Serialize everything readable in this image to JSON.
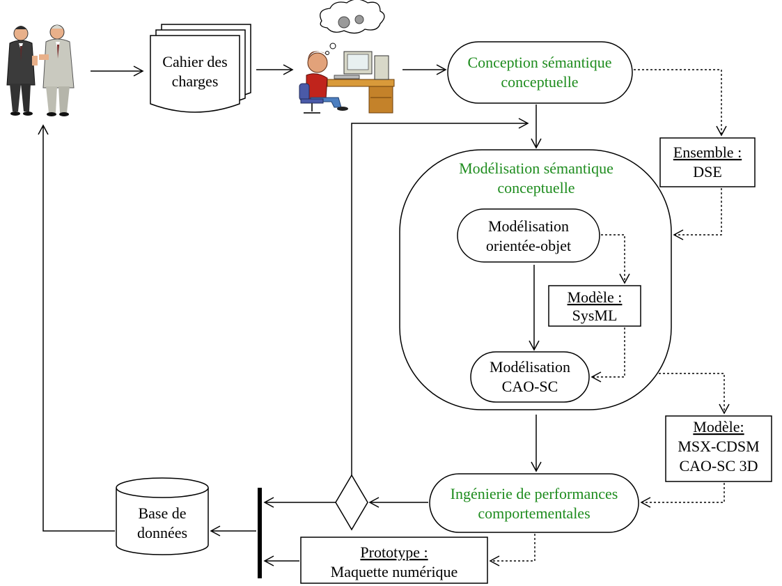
{
  "nodes": {
    "cahier_line1": "Cahier des",
    "cahier_line2": "charges",
    "conception_line1": "Conception sémantique",
    "conception_line2": "conceptuelle",
    "ensemble_title": "Ensemble :",
    "ensemble_value": "DSE",
    "modelisation_line1": "Modélisation sémantique",
    "modelisation_line2": "conceptuelle",
    "oo_line1": "Modélisation",
    "oo_line2": "orientée-objet",
    "sysml_title": "Modèle :",
    "sysml_value": "SysML",
    "caosc_line1": "Modélisation",
    "caosc_line2": "CAO-SC",
    "msx_title": "Modèle:",
    "msx_value1": "MSX-CDSM",
    "msx_value2": "CAO-SC 3D",
    "ingenierie_line1": "Ingénierie de performances",
    "ingenierie_line2": "comportementales",
    "base_line1": "Base de",
    "base_line2": "données",
    "prototype_title": "Prototype :",
    "prototype_value": "Maquette numérique"
  },
  "figures": {
    "clients": "businessmen-icon",
    "designer": "designer-at-computer-icon"
  },
  "colors": {
    "accent_text": "#1e8c1e",
    "ink": "#000000"
  }
}
